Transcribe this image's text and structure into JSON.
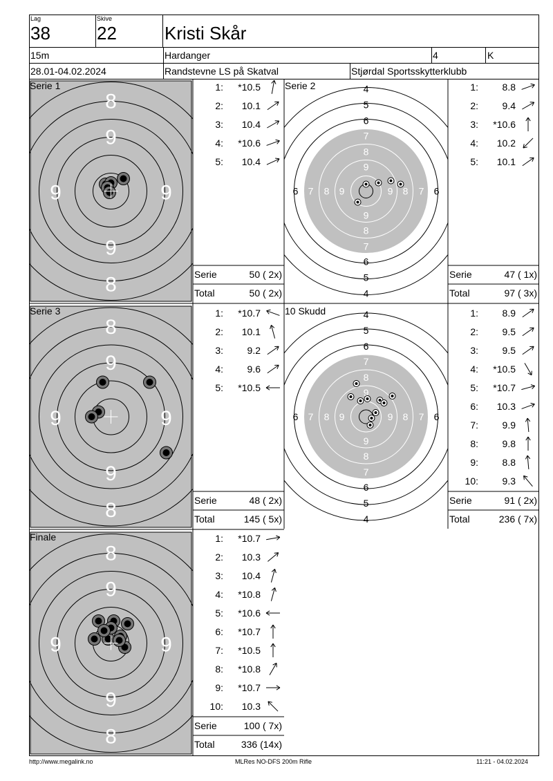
{
  "header": {
    "lag_label": "Lag",
    "lag_value": "38",
    "skive_label": "Skive",
    "skive_value": "22",
    "name": "Kristi Skår",
    "distance": "15m",
    "club_region": "Hardanger",
    "class_num": "4",
    "class_letter": "K",
    "dates": "28.01-04.02.2024",
    "event": "Randstevne LS på Skatval",
    "host": "Stjørdal Sportsskytterklubb"
  },
  "series": [
    {
      "title": "Serie 1",
      "shots": [
        {
          "n": "1:",
          "v": "*10.5",
          "dir": 80
        },
        {
          "n": "2:",
          "v": "10.1",
          "dir": 35
        },
        {
          "n": "3:",
          "v": "10.4",
          "dir": 30
        },
        {
          "n": "4:",
          "v": "*10.6",
          "dir": 20
        },
        {
          "n": "5:",
          "v": "10.4",
          "dir": 25
        }
      ],
      "serie_label": "Serie",
      "serie_value": "50 ( 2x)",
      "total_label": "Total",
      "total_value": "50 ( 2x)"
    },
    {
      "title": "Serie 2",
      "shots": [
        {
          "n": "1:",
          "v": "8.8",
          "dir": 20
        },
        {
          "n": "2:",
          "v": "9.4",
          "dir": 30
        },
        {
          "n": "3:",
          "v": "*10.6",
          "dir": 90
        },
        {
          "n": "4:",
          "v": "10.2",
          "dir": 225
        },
        {
          "n": "5:",
          "v": "10.1",
          "dir": 35
        }
      ],
      "serie_label": "Serie",
      "serie_value": "47 ( 1x)",
      "total_label": "Total",
      "total_value": "97 ( 3x)"
    },
    {
      "title": "Serie 3",
      "shots": [
        {
          "n": "1:",
          "v": "*10.7",
          "dir": 160
        },
        {
          "n": "2:",
          "v": "10.1",
          "dir": 105
        },
        {
          "n": "3:",
          "v": "9.2",
          "dir": 35
        },
        {
          "n": "4:",
          "v": "9.6",
          "dir": 35
        },
        {
          "n": "5:",
          "v": "*10.5",
          "dir": 180
        }
      ],
      "serie_label": "Serie",
      "serie_value": "48 ( 2x)",
      "total_label": "Total",
      "total_value": "145 ( 5x)"
    },
    {
      "title": "10 Skudd",
      "shots": [
        {
          "n": "1:",
          "v": "8.9",
          "dir": 35
        },
        {
          "n": "2:",
          "v": "9.5",
          "dir": 35
        },
        {
          "n": "3:",
          "v": "9.5",
          "dir": 35
        },
        {
          "n": "4:",
          "v": "*10.5",
          "dir": -60
        },
        {
          "n": "5:",
          "v": "*10.7",
          "dir": 15
        },
        {
          "n": "6:",
          "v": "10.3",
          "dir": 20
        },
        {
          "n": "7:",
          "v": "9.9",
          "dir": 95
        },
        {
          "n": "8:",
          "v": "9.8",
          "dir": 90
        },
        {
          "n": "9:",
          "v": "8.8",
          "dir": 95
        },
        {
          "n": "10:",
          "v": "9.3",
          "dir": 130
        }
      ],
      "serie_label": "Serie",
      "serie_value": "91 ( 2x)",
      "total_label": "Total",
      "total_value": "236 ( 7x)"
    },
    {
      "title": "Finale",
      "shots": [
        {
          "n": "1:",
          "v": "*10.7",
          "dir": 10
        },
        {
          "n": "2:",
          "v": "10.3",
          "dir": 40
        },
        {
          "n": "3:",
          "v": "10.4",
          "dir": 75
        },
        {
          "n": "4:",
          "v": "*10.8",
          "dir": 75
        },
        {
          "n": "5:",
          "v": "*10.6",
          "dir": 180
        },
        {
          "n": "6:",
          "v": "*10.7",
          "dir": 90
        },
        {
          "n": "7:",
          "v": "*10.5",
          "dir": 90
        },
        {
          "n": "8:",
          "v": "*10.8",
          "dir": 60
        },
        {
          "n": "9:",
          "v": "*10.7",
          "dir": 0
        },
        {
          "n": "10:",
          "v": "10.3",
          "dir": 135
        }
      ],
      "serie_label": "Serie",
      "serie_value": "100 ( 7x)",
      "total_label": "Total",
      "total_value": "336 (14x)"
    }
  ],
  "target_labels": {
    "ring8": "8",
    "ring9": "9",
    "big": [
      "4",
      "5",
      "6",
      "7",
      "8",
      "9"
    ]
  },
  "footer": {
    "url": "http://www.megalink.no",
    "software": "MLRes NO-DFS 200m Rifle",
    "timestamp": "11:21 - 04.02.2024"
  },
  "colors": {
    "target_gray": "#c0c0c0",
    "black": "#000000",
    "white": "#ffffff"
  }
}
